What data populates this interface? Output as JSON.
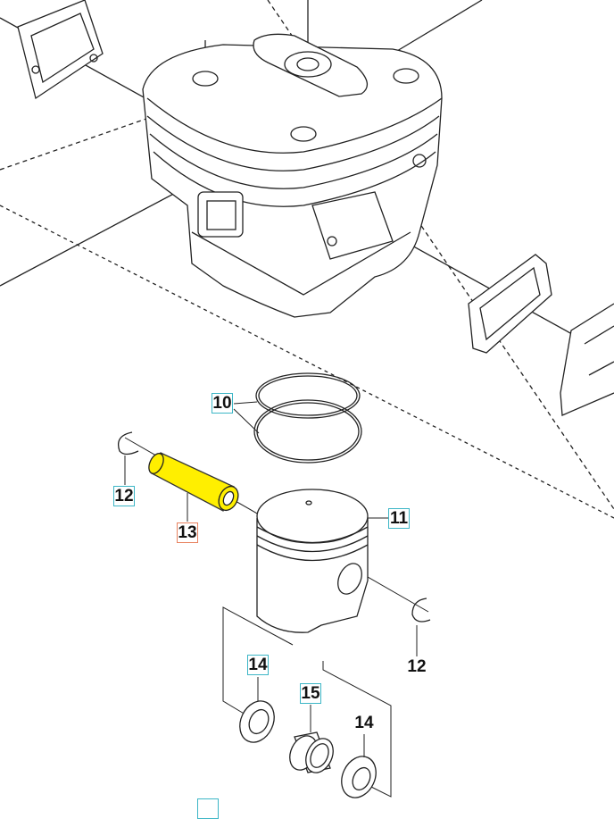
{
  "diagram": {
    "highlight_color": "#ffef00",
    "label_box_color": "#3cb6c6",
    "selected_box_color": "#e8825f",
    "callouts": [
      {
        "id": "10",
        "label": "10",
        "boxed": true,
        "selected": false
      },
      {
        "id": "11",
        "label": "11",
        "boxed": true,
        "selected": false
      },
      {
        "id": "12a",
        "label": "12",
        "boxed": true,
        "selected": false
      },
      {
        "id": "12b",
        "label": "12",
        "boxed": false,
        "selected": false
      },
      {
        "id": "13",
        "label": "13",
        "boxed": true,
        "selected": true
      },
      {
        "id": "14a",
        "label": "14",
        "boxed": true,
        "selected": false
      },
      {
        "id": "14b",
        "label": "14",
        "boxed": false,
        "selected": false
      },
      {
        "id": "15",
        "label": "15",
        "boxed": true,
        "selected": false
      }
    ]
  }
}
